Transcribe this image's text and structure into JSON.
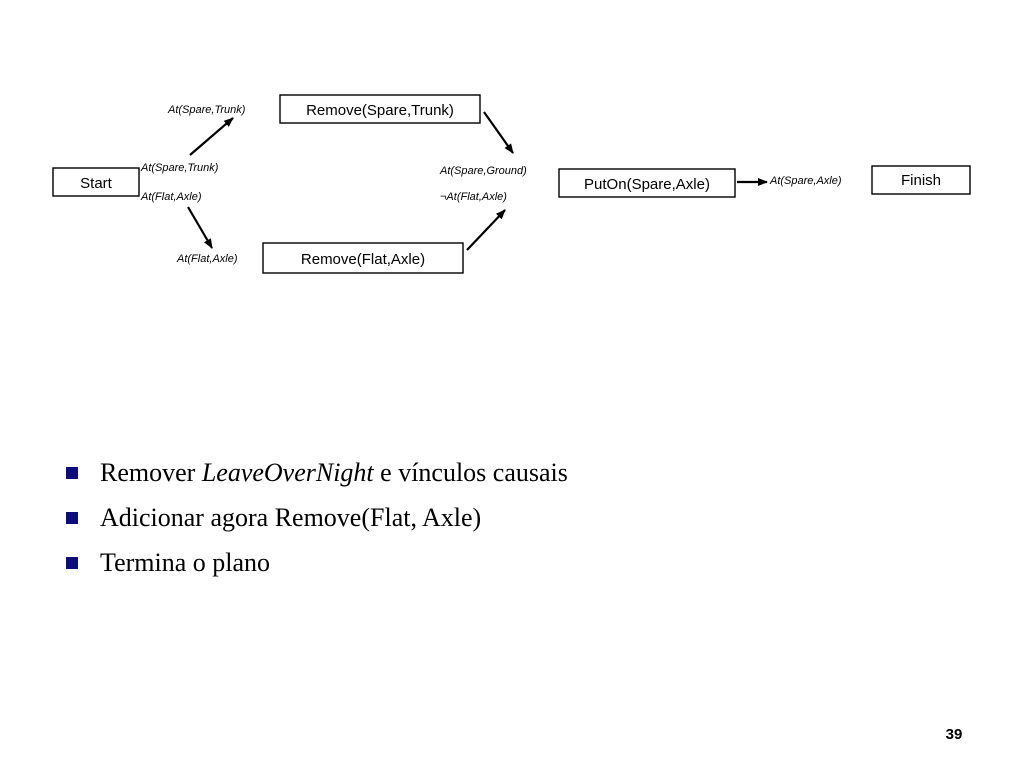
{
  "diagram": {
    "nodes": {
      "start": "Start",
      "remove_spare_trunk": "Remove(Spare,Trunk)",
      "remove_flat_axle": "Remove(Flat,Axle)",
      "puton_spare_axle": "PutOn(Spare,Axle)",
      "finish": "Finish"
    },
    "conditions": {
      "pre_remove_spare_trunk": "At(Spare,Trunk)",
      "start_eff_spare_trunk": "At(Spare,Trunk)",
      "start_eff_flat_axle": "At(Flat,Axle)",
      "pre_remove_flat_axle": "At(Flat,Axle)",
      "pre_puton_spare_ground": "At(Spare,Ground)",
      "pre_puton_not_flat_axle": "¬At(Flat,Axle)",
      "pre_finish_spare_axle": "At(Spare,Axle)"
    }
  },
  "bullets": {
    "item1_before": "Remover ",
    "item1_em": "LeaveOverNight",
    "item1_after": " e vínculos causais",
    "item2": "Adicionar agora  Remove(Flat, Axle)",
    "item3": "Termina o plano"
  },
  "page_number": "39",
  "colors": {
    "bullet": "#0d0d80"
  }
}
